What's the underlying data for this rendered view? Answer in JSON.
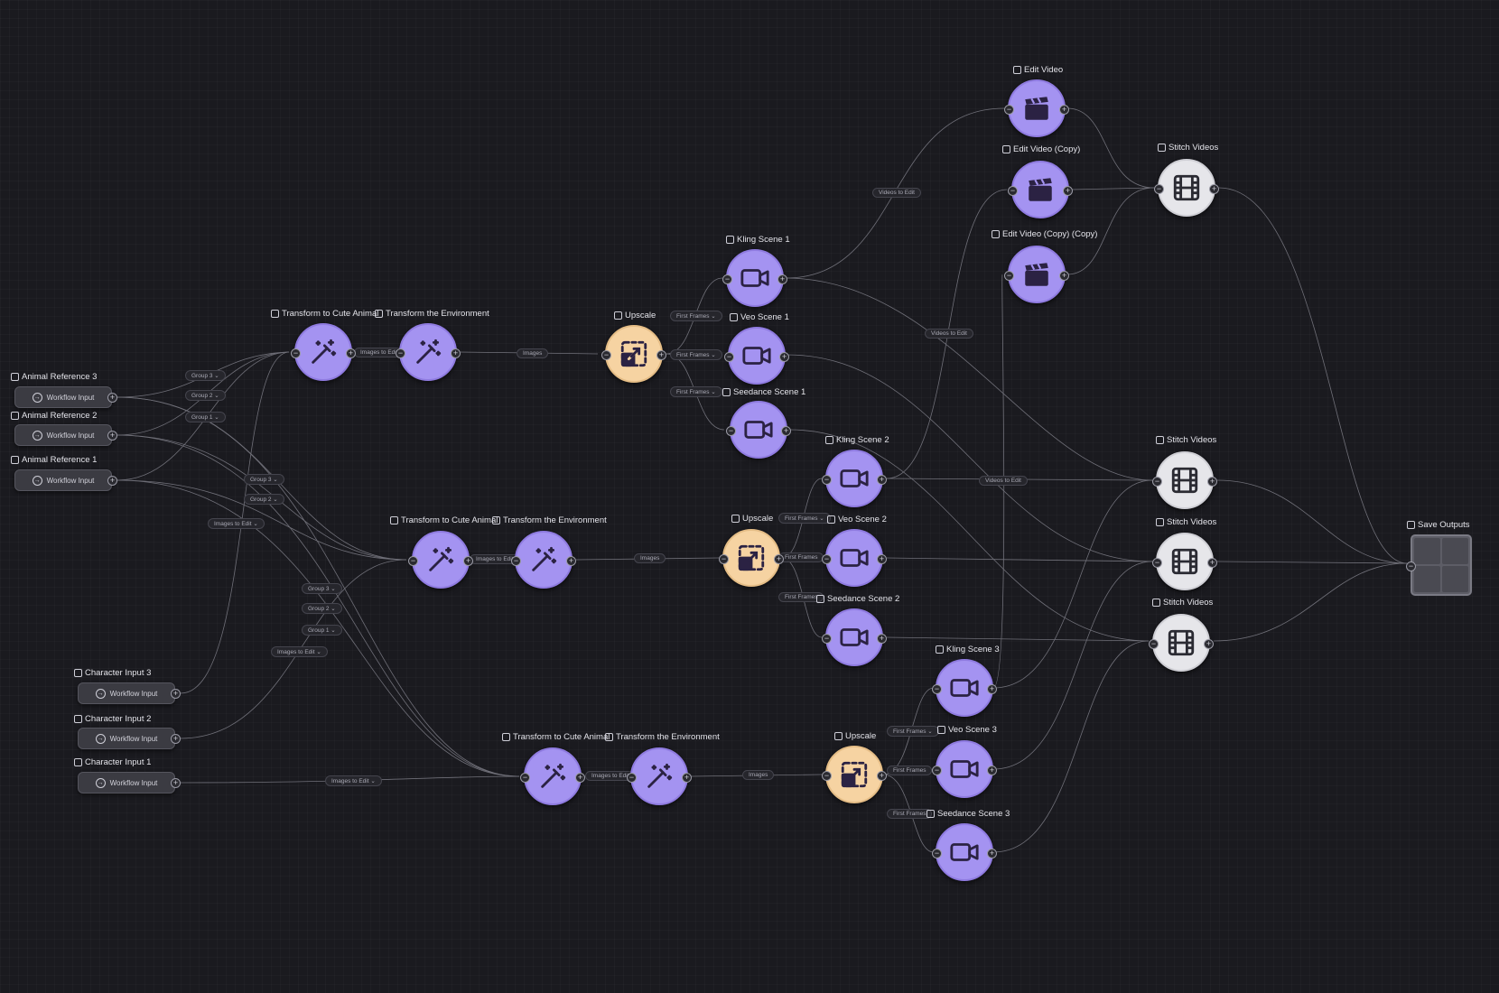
{
  "inputs": {
    "animal_ref_3": {
      "title": "Animal Reference 3",
      "label": "Workflow Input"
    },
    "animal_ref_2": {
      "title": "Animal Reference 2",
      "label": "Workflow Input"
    },
    "animal_ref_1": {
      "title": "Animal Reference 1",
      "label": "Workflow Input"
    },
    "char_input_3": {
      "title": "Character Input 3",
      "label": "Workflow Input"
    },
    "char_input_2": {
      "title": "Character Input 2",
      "label": "Workflow Input"
    },
    "char_input_1": {
      "title": "Character Input 1",
      "label": "Workflow Input"
    }
  },
  "nodes": {
    "t_animal_1": "Transform to Cute Animal",
    "t_env_1": "Transform the Environment",
    "t_animal_2": "Transform to Cute Animal",
    "t_env_2": "Transform the Environment",
    "t_animal_3": "Transform to Cute Animal",
    "t_env_3": "Transform the Environment",
    "upscale_1": "Upscale",
    "upscale_2": "Upscale",
    "upscale_3": "Upscale",
    "kling_1": "Kling Scene 1",
    "veo_1": "Veo Scene 1",
    "seedance_1": "Seedance Scene 1",
    "kling_2": "Kling Scene 2",
    "veo_2": "Veo Scene 2",
    "seedance_2": "Seedance Scene 2",
    "kling_3": "Kling Scene 3",
    "veo_3": "Veo Scene 3",
    "seedance_3": "Seedance Scene 3",
    "edit_video": "Edit Video",
    "edit_video_copy": "Edit Video (Copy)",
    "edit_video_copy_copy": "Edit Video (Copy) (Copy)",
    "stitch_1": "Stitch Videos",
    "stitch_2": "Stitch Videos",
    "stitch_3": "Stitch Videos",
    "stitch_4": "Stitch Videos",
    "save_outputs": "Save Outputs"
  },
  "edge_labels": {
    "group3": "Group 3 ⌄",
    "group2": "Group 2 ⌄",
    "group1": "Group 1 ⌄",
    "images_to_edit": "Images to Edit ⌄",
    "images_to_edit_short": "Images to Edit",
    "images": "Images",
    "first_frames": "First Frames ⌄",
    "first_frames_short": "First Frames",
    "videos_to_edit": "Videos to Edit"
  },
  "colors": {
    "purple": "#a493f1",
    "peach": "#f6d3a2",
    "white": "#e6e6ea",
    "icon": "#2b2243"
  },
  "icons": {
    "edit": "magic-wand-icon",
    "upscale": "upscale-icon",
    "video_gen": "video-camera-icon",
    "edit_video": "clapperboard-icon",
    "stitch": "film-strip-icon",
    "save": "grid-icon"
  }
}
